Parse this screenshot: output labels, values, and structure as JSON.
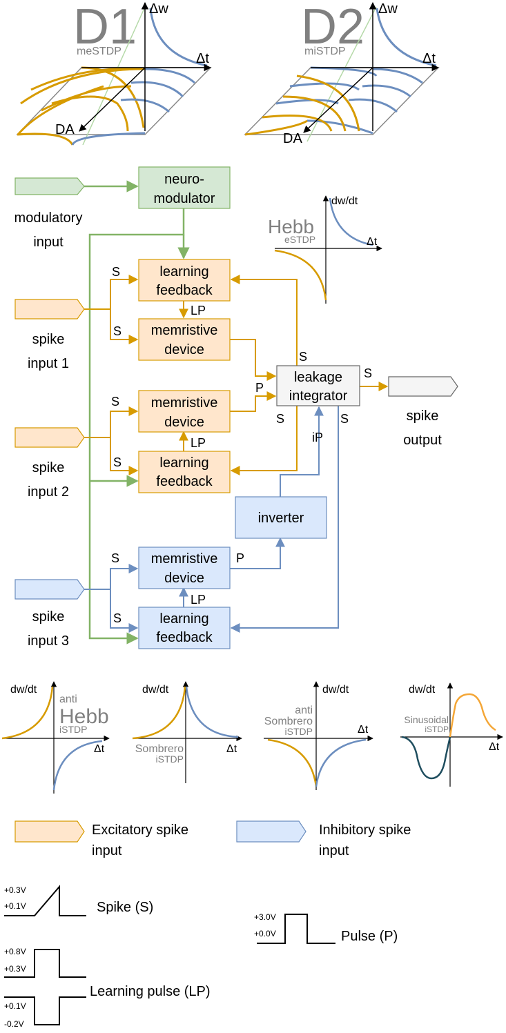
{
  "panels": {
    "d1": {
      "title": "D1",
      "subtitle": "meSTDP",
      "y_axis": "Δw",
      "x_axis": "Δt",
      "z_axis": "DA"
    },
    "d2": {
      "title": "D2",
      "subtitle": "miSTDP",
      "y_axis": "Δw",
      "x_axis": "Δt",
      "z_axis": "DA"
    }
  },
  "blocks": {
    "neuromodulator": [
      "neuro-",
      "modulator"
    ],
    "learning_feedback": [
      "learning",
      "feedback"
    ],
    "memristive_device": [
      "memristive",
      "device"
    ],
    "leakage_integrator": [
      "leakage",
      "integrator"
    ],
    "inverter": "inverter"
  },
  "inputs": {
    "modulatory": [
      "modulatory",
      "input"
    ],
    "spike1": [
      "spike",
      "input 1"
    ],
    "spike2": [
      "spike",
      "input 2"
    ],
    "spike3": [
      "spike",
      "input 3"
    ],
    "output": [
      "spike",
      "output"
    ]
  },
  "signals": {
    "s": "S",
    "lp": "LP",
    "p": "P",
    "ip": "iP"
  },
  "curves": {
    "hebb_e": {
      "y_axis": "dw/dt",
      "x_axis": "Δt",
      "title": "Hebb",
      "subtitle": "eSTDP"
    },
    "anti_hebb": {
      "y_axis": "dw/dt",
      "x_axis": "Δt",
      "prefix": "anti",
      "title": "Hebb",
      "subtitle": "iSTDP"
    },
    "sombrero": {
      "y_axis": "dw/dt",
      "x_axis": "Δt",
      "title": "Sombrero",
      "subtitle": "iSTDP"
    },
    "anti_sombrero": {
      "y_axis": "dw/dt",
      "x_axis": "Δt",
      "prefix": "anti",
      "title": "Sombrero",
      "subtitle": "iSTDP"
    },
    "sinusoidal": {
      "y_axis": "dw/dt",
      "x_axis": "Δt",
      "title": "Sinusoidal",
      "subtitle": "iSTDP"
    }
  },
  "legend": {
    "excitatory": [
      "Excitatory spike",
      "input"
    ],
    "inhibitory": [
      "Inhibitory spike",
      "input"
    ]
  },
  "waveforms": {
    "spike": {
      "label": "Spike (S)",
      "high": "+0.3V",
      "low": "+0.1V"
    },
    "pulse": {
      "label": "Pulse (P)",
      "high": "+3.0V",
      "low": "+0.0V"
    },
    "learning_pulse": {
      "label": "Learning pulse (LP)",
      "pos_high": "+0.8V",
      "pos_low": "+0.3V",
      "neg_high": "+0.1V",
      "neg_low": "-0.2V"
    }
  },
  "colors": {
    "orange": "#d79b00",
    "orange_fill": "#ffe6cc",
    "blue": "#6c8ebf",
    "blue_fill": "#dae8fc",
    "green": "#82b366",
    "green_fill": "#d5e8d4",
    "gray_fill": "#f5f5f5",
    "gray_stroke": "#666666",
    "dark_teal": "#1f4e5f"
  }
}
